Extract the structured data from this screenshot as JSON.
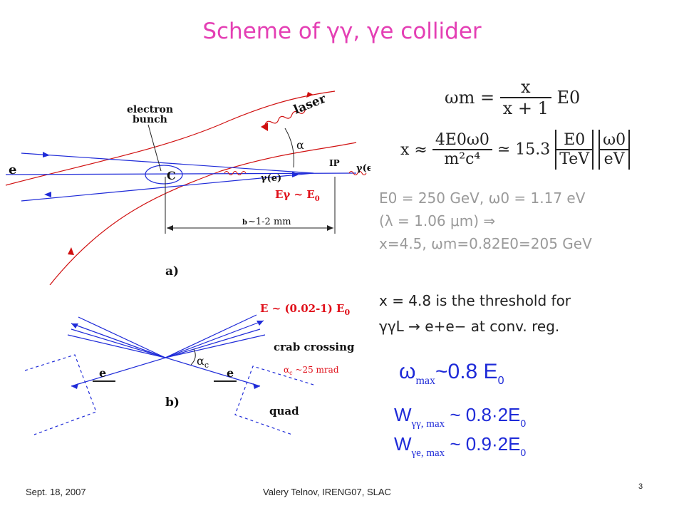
{
  "title": "Scheme of γγ, γe collider",
  "diagram_a": {
    "label_electron_bunch": "electron\nbunch",
    "label_electron_bunch_1": "electron",
    "label_electron_bunch_2": "bunch",
    "label_laser": "laser",
    "label_alpha": "α",
    "label_ip": "IP",
    "label_gamma_e_right": "γ(e)",
    "label_gamma_e_mid": "γ(e)",
    "label_e_left": "e",
    "label_c": "C",
    "label_egamma": "Eγ ~ E",
    "label_egamma_sub": "0",
    "label_b": "b",
    "label_distance": "~1-2 mm",
    "label_panel": "a)"
  },
  "diagram_b": {
    "label_energy": "E ~ (0.02-1) E",
    "label_energy_sub": "0",
    "label_crab": "crab crossing",
    "label_alpha_c": "α",
    "label_alpha_c_sub": "c",
    "label_e_left": "e",
    "label_e_right": "e",
    "label_quad": "quad",
    "label_panel": "b)",
    "label_alpha_c_value_sym": "α",
    "label_alpha_c_value_sub": "c",
    "label_alpha_c_value": " ~25 mrad"
  },
  "formulas": {
    "omega_m_lhs": "ωm =",
    "omega_m_num": "x",
    "omega_m_den": "x + 1",
    "omega_m_rhs": "E0",
    "x_lhs": "x ≈",
    "x_num": "4E0ω0",
    "x_den": "m²c⁴",
    "x_approx": "≃ 15.3",
    "x_b1_num": "E0",
    "x_b1_den": "TeV",
    "x_b2_num": "ω0",
    "x_b2_den": "eV",
    "line1": "E0 = 250 GeV, ω0 = 1.17 eV",
    "line2": "(λ = 1.06 μm) ⇒",
    "line3": "x=4.5, ωm=0.82E0=205 GeV",
    "threshold1": "x = 4.8 is the threshold for",
    "threshold2": "γγL → e+e− at conv. reg."
  },
  "highlights": {
    "omega_sym": "ω",
    "omega_sub": "max",
    "omega_val": "~0.8 E",
    "omega_val_sub": "0",
    "wgg_sym": "W",
    "wgg_sub": "γγ, max",
    "wgg_val": " ~ 0.8·2E",
    "wgg_val_sub": "0",
    "wge_sym": "W",
    "wge_sub": "γe, max",
    "wge_val": " ~ 0.9·2E",
    "wge_val_sub": "0"
  },
  "footer": {
    "date": "Sept. 18, 2007",
    "author": "Valery Telnov, IRENG07, SLAC",
    "page_number": "3"
  },
  "colors": {
    "title": "#e43fb4",
    "beam_blue": "#1f2bd8",
    "laser_red": "#d01010",
    "accent_red": "#e0101a"
  }
}
